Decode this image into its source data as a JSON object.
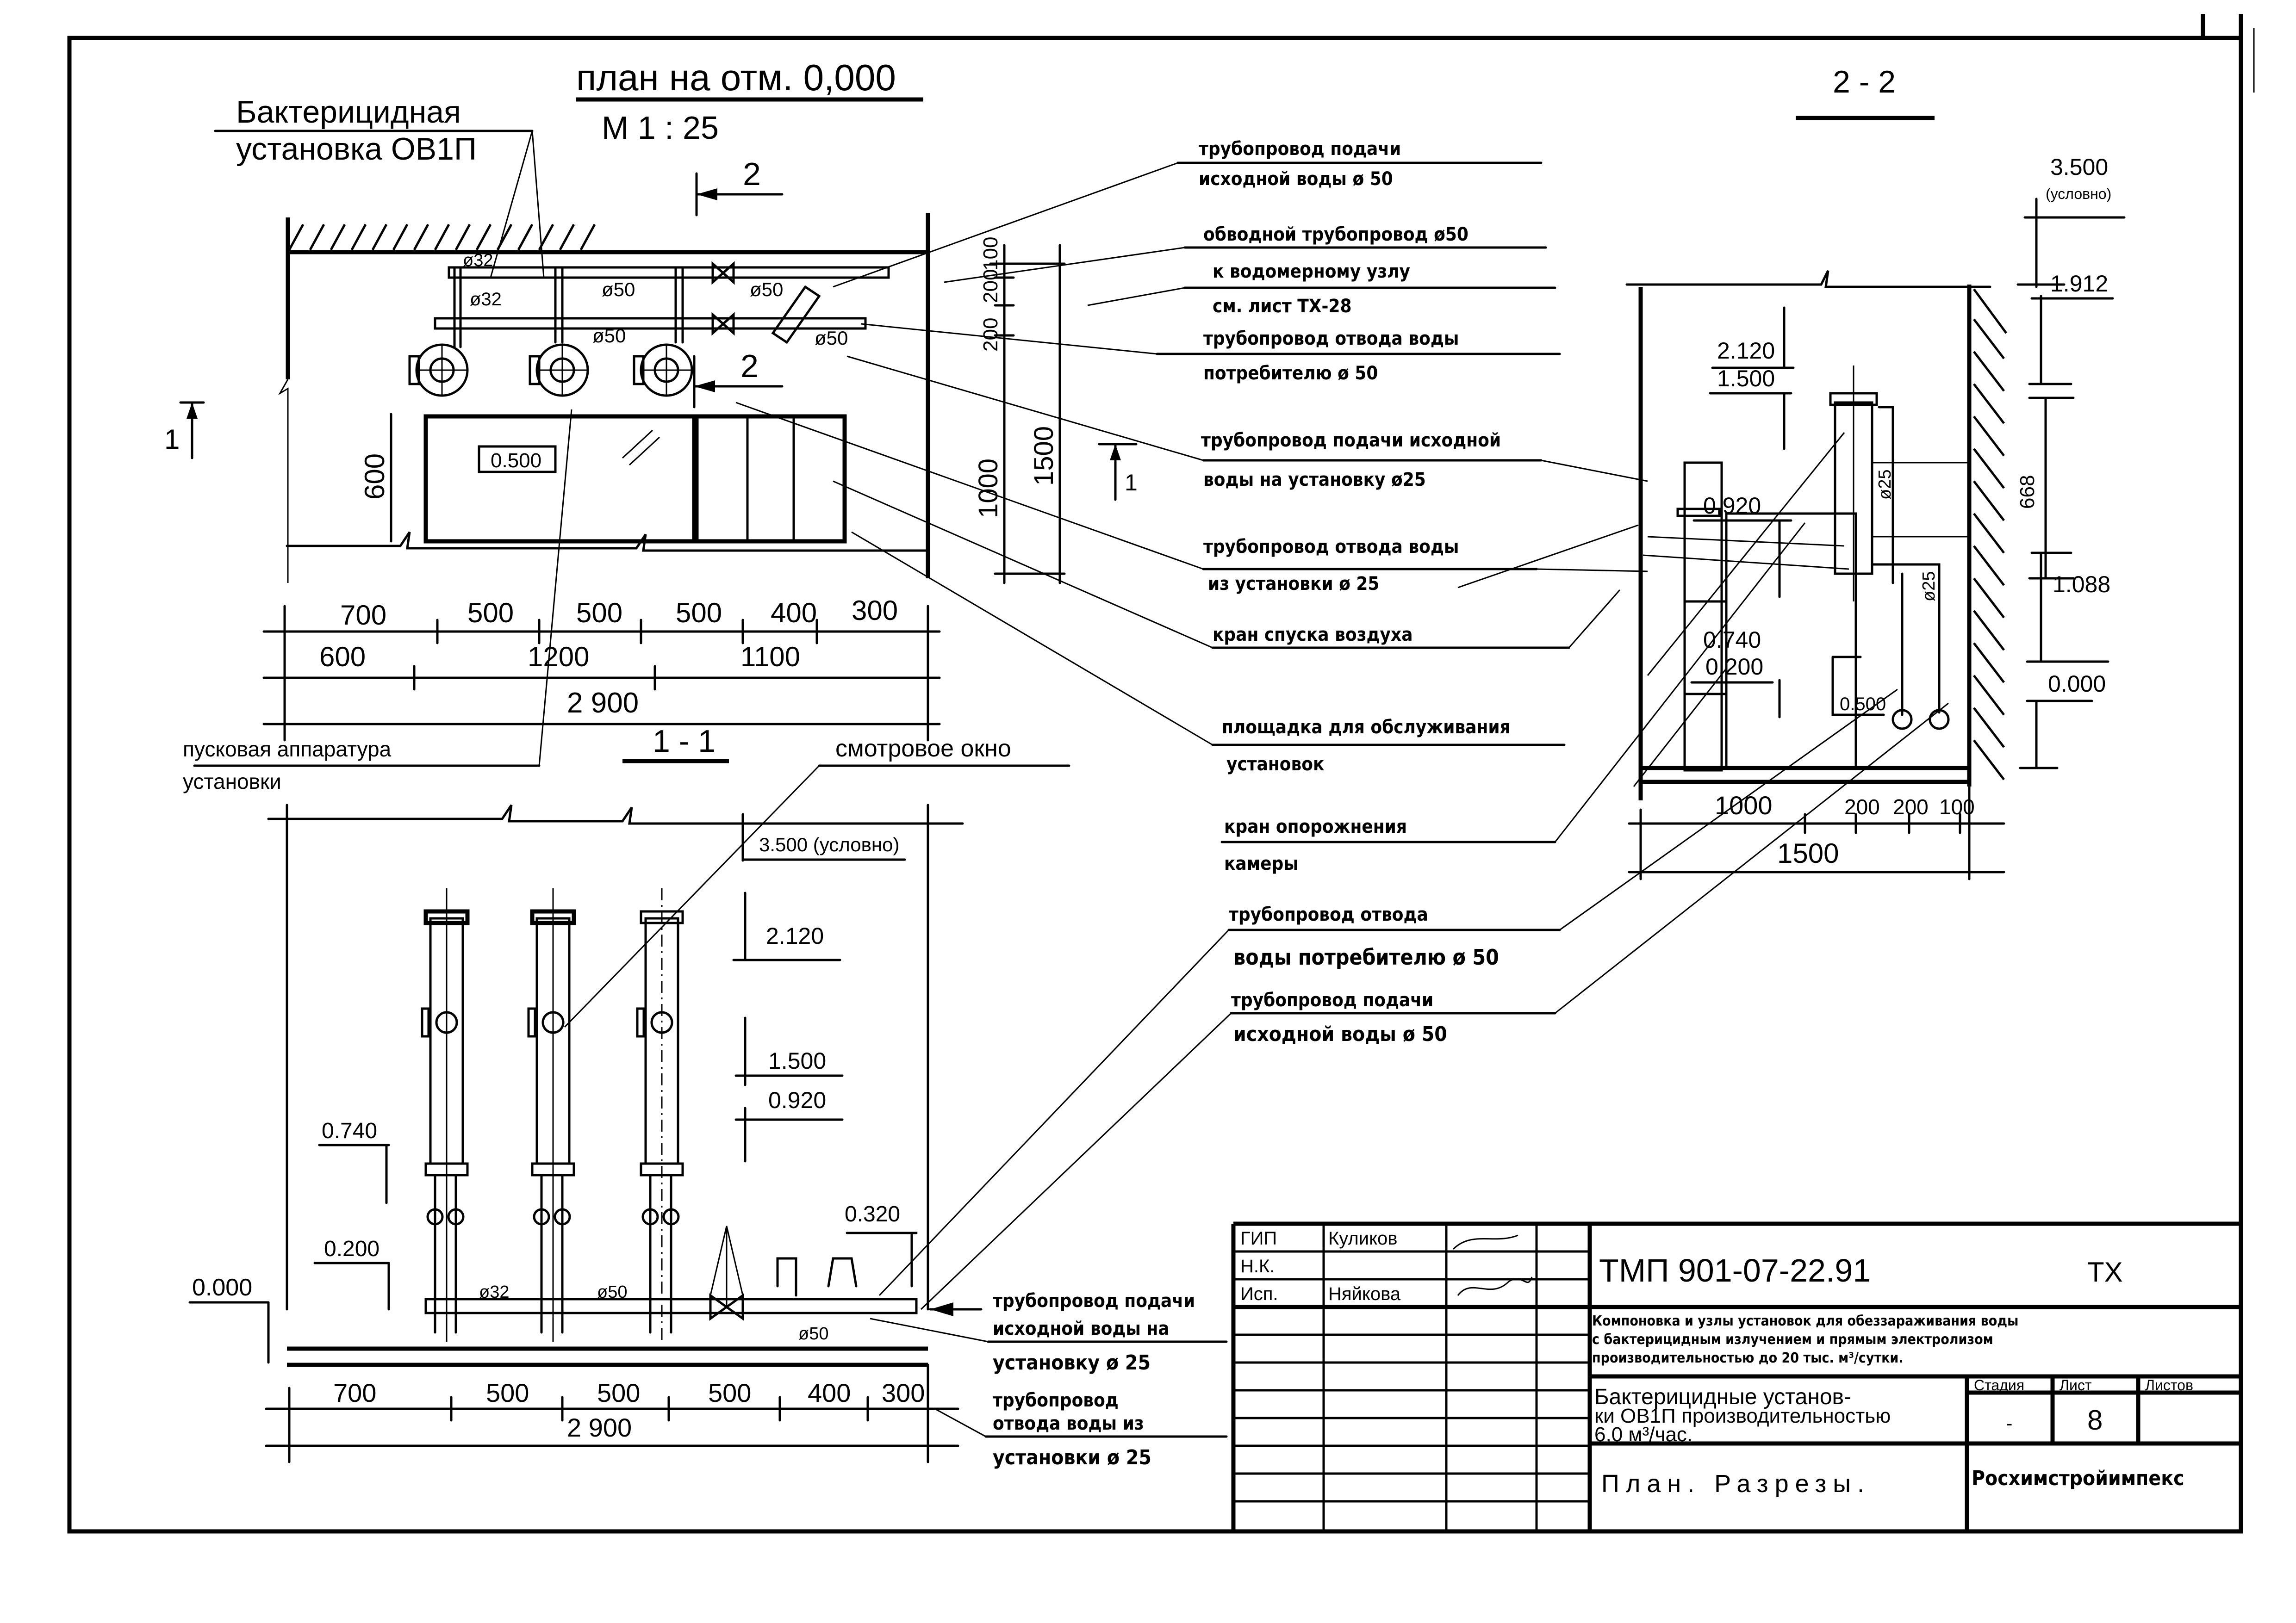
{
  "sheet": {
    "background": "#ffffff",
    "ink": "#000000"
  },
  "plan": {
    "title": "план на отм. 0,000",
    "scale": "М 1 : 25",
    "installation_label_1": "Бактерицидная",
    "installation_label_2": "установка ОВ1П",
    "section_mark_2": "2",
    "section_mark_1": "1",
    "platform_level": "0.500",
    "pipe_d32_a": "ø32",
    "pipe_d32_b": "ø32",
    "pipe_d50_a": "ø50",
    "pipe_d50_b": "ø50",
    "pipe_d50_c": "ø50",
    "pipe_d50_d": "ø50",
    "dim_600": "600",
    "dim_row1": [
      "700",
      "500",
      "500",
      "500",
      "400",
      "300"
    ],
    "dim_row2": [
      "600",
      "1200",
      "1100"
    ],
    "dim_total": "2 900",
    "dim_vert": [
      "100",
      "200",
      "200",
      "1500",
      "1000"
    ]
  },
  "section_1": {
    "title": "1 - 1",
    "starter_label_1": "пусковая аппаратура",
    "starter_label_2": "установки",
    "window_label": "смотровое окно",
    "level_3500": "3.500 (условно)",
    "level_2120": "2.120",
    "level_1500": "1.500",
    "level_0920": "0.920",
    "level_0740": "0.740",
    "level_0200": "0.200",
    "level_0000": "0.000",
    "level_0320": "0.320",
    "pipe_d32": "ø32",
    "pipe_d50_a": "ø50",
    "pipe_d50_b": "ø50",
    "dim_row1": [
      "700",
      "500",
      "500",
      "500",
      "400",
      "300"
    ],
    "dim_total": "2 900"
  },
  "section_2": {
    "title": "2 - 2",
    "level_3500": "3.500",
    "level_3500_note": "(условно)",
    "level_1912": "1.912",
    "level_2120": "2.120",
    "level_1500": "1.500",
    "level_0920": "0.920",
    "level_0740": "0.740",
    "level_0200": "0.200",
    "level_0500": "0.500",
    "level_1088": "1.088",
    "level_0000": "0.000",
    "dim_668": "668",
    "pipe_d25_a": "ø25",
    "pipe_d25_b": "ø25",
    "dim_row1": [
      "1000",
      "200",
      "200",
      "100"
    ],
    "dim_total": "1500"
  },
  "callouts": [
    {
      "line1": "трубопровод подачи",
      "line2": "исходной воды ø 50"
    },
    {
      "line1": "обводной трубопровод ø50",
      "line2": ""
    },
    {
      "line1": "к водомерному узлу",
      "line2": "см. лист ТХ-28"
    },
    {
      "line1": "трубопровод отвода воды",
      "line2": "потребителю ø 50"
    },
    {
      "line1": "трубопровод подачи исходной",
      "line2": "воды на установку ø25"
    },
    {
      "line1": "трубопровод отвода воды",
      "line2": "из установки ø 25"
    },
    {
      "line1": "кран спуска воздуха",
      "line2": ""
    },
    {
      "line1": "площадка для обслуживания",
      "line2": "установок"
    },
    {
      "line1": "кран опорожнения",
      "line2": "камеры"
    },
    {
      "line1": "трубопровод отвода",
      "line2": "воды потребителю ø 50"
    },
    {
      "line1": "трубопровод подачи",
      "line2": "исходной воды ø 50"
    }
  ],
  "callouts_bottom": [
    {
      "line1": "трубопровод подачи",
      "line2": "исходной воды на",
      "line3": "установку ø 25"
    },
    {
      "line1": "трубопровод",
      "line2": "отвода воды из",
      "line3": "установки ø 25"
    }
  ],
  "title_block": {
    "roles": [
      "ГИП",
      "Н.К.",
      "Исп."
    ],
    "names": [
      "Куликов",
      "",
      "Няйкова"
    ],
    "doc_code": "ТМП 901-07-22.91",
    "doc_mark": "ТХ",
    "project_desc_1": "Компоновка и узлы установок для обеззараживания воды",
    "project_desc_2": "с бактерицидным излучением и прямым электролизом",
    "project_desc_3": "производительностью до 20 тыс. м³/сутки.",
    "sheet_title_1": "Бактерицидные установ-",
    "sheet_title_2": "ки ОВ1П производительностью",
    "sheet_title_3": "6,0 м³/час.",
    "stage_label": "Стадия",
    "sheet_label": "Лист",
    "sheets_label": "Листов",
    "stage_value": "-",
    "sheet_value": "8",
    "sheets_value": "",
    "drawing_name": "План. Разрезы.",
    "organization": "Росхимстройимпекс"
  }
}
